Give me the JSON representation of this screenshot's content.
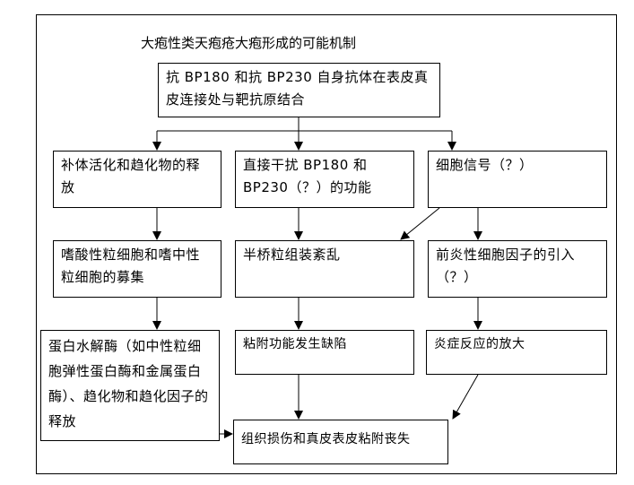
{
  "title": "大疱性类天疱疮大疱形成的可能机制",
  "nodes": {
    "root": "抗 BP180 和抗 BP230 自身抗体在表皮真皮连接处与靶抗原结合",
    "complement": "补体活化和趋化物的释放",
    "direct": "直接干扰 BP180 和 BP230（？）的功能",
    "signal": "细胞信号（？）",
    "recruit": "嗜酸性粒细胞和嗜中性粒细胞的募集",
    "hemidesmosome": "半桥粒组装紊乱",
    "cytokine": "前炎性细胞因子的引入（？）",
    "protease": "蛋白水解酶（如中性粒细胞弹性蛋白酶和金属蛋白酶）、趋化物和趋化因子的释放",
    "adhesion": "粘附功能发生缺陷",
    "inflammation": "炎症反应的放大",
    "result": "组织损伤和真皮表皮粘附丧失"
  }
}
